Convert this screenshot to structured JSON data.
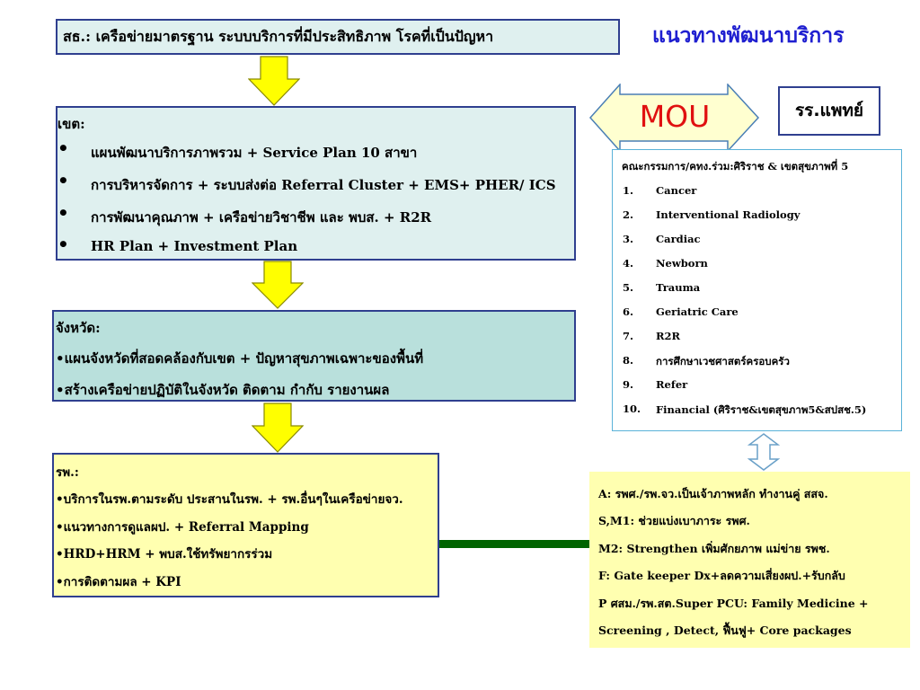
{
  "title": "แนวทางพัฒนาบริการ",
  "top_box": "สธ.: เครือข่ายมาตรฐาน  ระบบบริการที่มีประสิทธิภาพ  โรคที่เป็นปัญหา",
  "zone": {
    "heading": "เขต:",
    "bullet": "•",
    "items": [
      "แผนพัฒนาบริการภาพรวม + Service Plan 10 สาขา",
      "การบริหารจัดการ + ระบบส่งต่อ Referral Cluster + EMS+ PHER/ ICS",
      "การพัฒนาคุณภาพ + เครือข่ายวิชาชีพ และ พบส. + R2R",
      "HR Plan + Investment Plan"
    ]
  },
  "province": {
    "heading": "จังหวัด:",
    "items": [
      "•แผนจังหวัดที่สอดคล้องกับเขต + ปัญหาสุขภาพเฉพาะของพื้นที่",
      "•สร้างเครือข่ายปฏิบัติในจังหวัด ติดตาม กำกับ  รายงานผล"
    ]
  },
  "hospital": {
    "heading": "รพ.:",
    "items": [
      "•บริการในรพ.ตามระดับ ประสานในรพ. + รพ.อื่นๆในเครือข่ายจว.",
      "•แนวทางการดูแลผป. +  Referral Mapping",
      "•HRD+HRM + พบส.ใช้ทรัพยากรร่วม",
      "•การติดตามผล + KPI"
    ]
  },
  "mou": "MOU",
  "medical_hospital": "รร.แพทย์",
  "committee": {
    "heading": "คณะกรรมการ/คทง.ร่วม:ศิริราช & เขตสุขภาพที่ 5",
    "items": [
      {
        "num": "1.",
        "text": "Cancer"
      },
      {
        "num": "2.",
        "text": "Interventional Radiology"
      },
      {
        "num": "3.",
        "text": "Cardiac"
      },
      {
        "num": "4.",
        "text": "Newborn"
      },
      {
        "num": "5.",
        "text": "Trauma"
      },
      {
        "num": "6.",
        "text": "Geriatric Care"
      },
      {
        "num": "7.",
        "text": "R2R"
      },
      {
        "num": "8.",
        "text": "การศึกษาเวชศาสตร์ครอบครัว"
      },
      {
        "num": "9.",
        "text": "Refer"
      },
      {
        "num": "10.",
        "text": "Financial (ศิริราช&เขตสุขภาพ5&สปสช.5)"
      }
    ]
  },
  "levels": [
    "A: รพศ./รพ.จว.เป็นเจ้าภาพหลัก ทำงานคู่ สสจ.",
    "S,M1: ช่วยแบ่งเบาภาระ รพศ.",
    "M2: Strengthen เพิ่มศักยภาพ แม่ข่าย รพช.",
    "F: Gate keeper Dx+ลดความเสี่ยงผป.+รับกลับ",
    "P ศสม./รพ.สต.Super PCU: Family Medicine +",
    "Screening , Detect, ฟื้นฟู+ Core packages"
  ],
  "colors": {
    "title": "#1f1fd0",
    "box_border": "#2f3f8f",
    "light_teal": "#dff0ef",
    "teal": "#b9e0dc",
    "yellow": "#ffffb0",
    "arrow": "#ffff00",
    "mou_text": "#e01010",
    "connector": "#006400"
  }
}
